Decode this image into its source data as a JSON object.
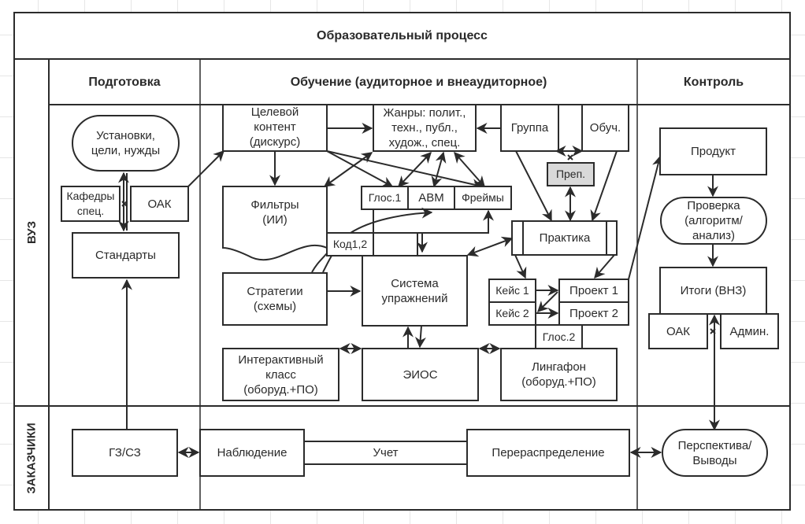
{
  "title": "Образовательный процесс",
  "columns": {
    "preparation": "Подготовка",
    "learning": "Обучение (аудиторное и внеаудиторное)",
    "control": "Контроль"
  },
  "lanes": {
    "university": "ВУЗ",
    "customers": "ЗАКАЗЧИКИ"
  },
  "nodes": {
    "goals": "Установки,\nцели, нужды",
    "departments": "Кафедры\nспец.",
    "oak_left": "ОАК",
    "standards": "Стандарты",
    "target_content": "Целевой\nконтент\n(дискурс)",
    "genres": "Жанры: полит.,\nтехн.,  публ.,\nхудож., спец.",
    "group": "Группа",
    "learner": "Обуч.",
    "teacher": "Преп.",
    "filters": "Фильтры\n(ИИ)",
    "glossary1": "Глос.1",
    "abm": "АВМ",
    "frames": "Фреймы",
    "code": "Код1,2",
    "practice": "Практика",
    "strategies": "Стратегии\n(схемы)",
    "exercise_system": "Система\nупражнений",
    "case1": "Кейс 1",
    "case2": "Кейс 2",
    "project1": "Проект 1",
    "project2": "Проект 2",
    "glossary2": "Глос.2",
    "interactive_class": "Интерактивный\nкласс\n(оборуд.+ПО)",
    "eios": "ЭИОС",
    "lingaphone": "Лингафон\n(оборуд.+ПО)",
    "product": "Продукт",
    "check": "Проверка\n(алгоритм/\nанализ)",
    "results": "Итоги (ВНЗ)",
    "oak_right": "ОАК",
    "admin": "Админ.",
    "gz_sz": "ГЗ/СЗ",
    "observation": "Наблюдение",
    "accounting": "Учет",
    "redistribution": "Перераспределение",
    "perspective": "Перспектива/\nВыводы"
  },
  "colors": {
    "line": "#2b2b2b",
    "highlight_fill": "#d9d9d9",
    "grid": "#e6e6e6"
  }
}
